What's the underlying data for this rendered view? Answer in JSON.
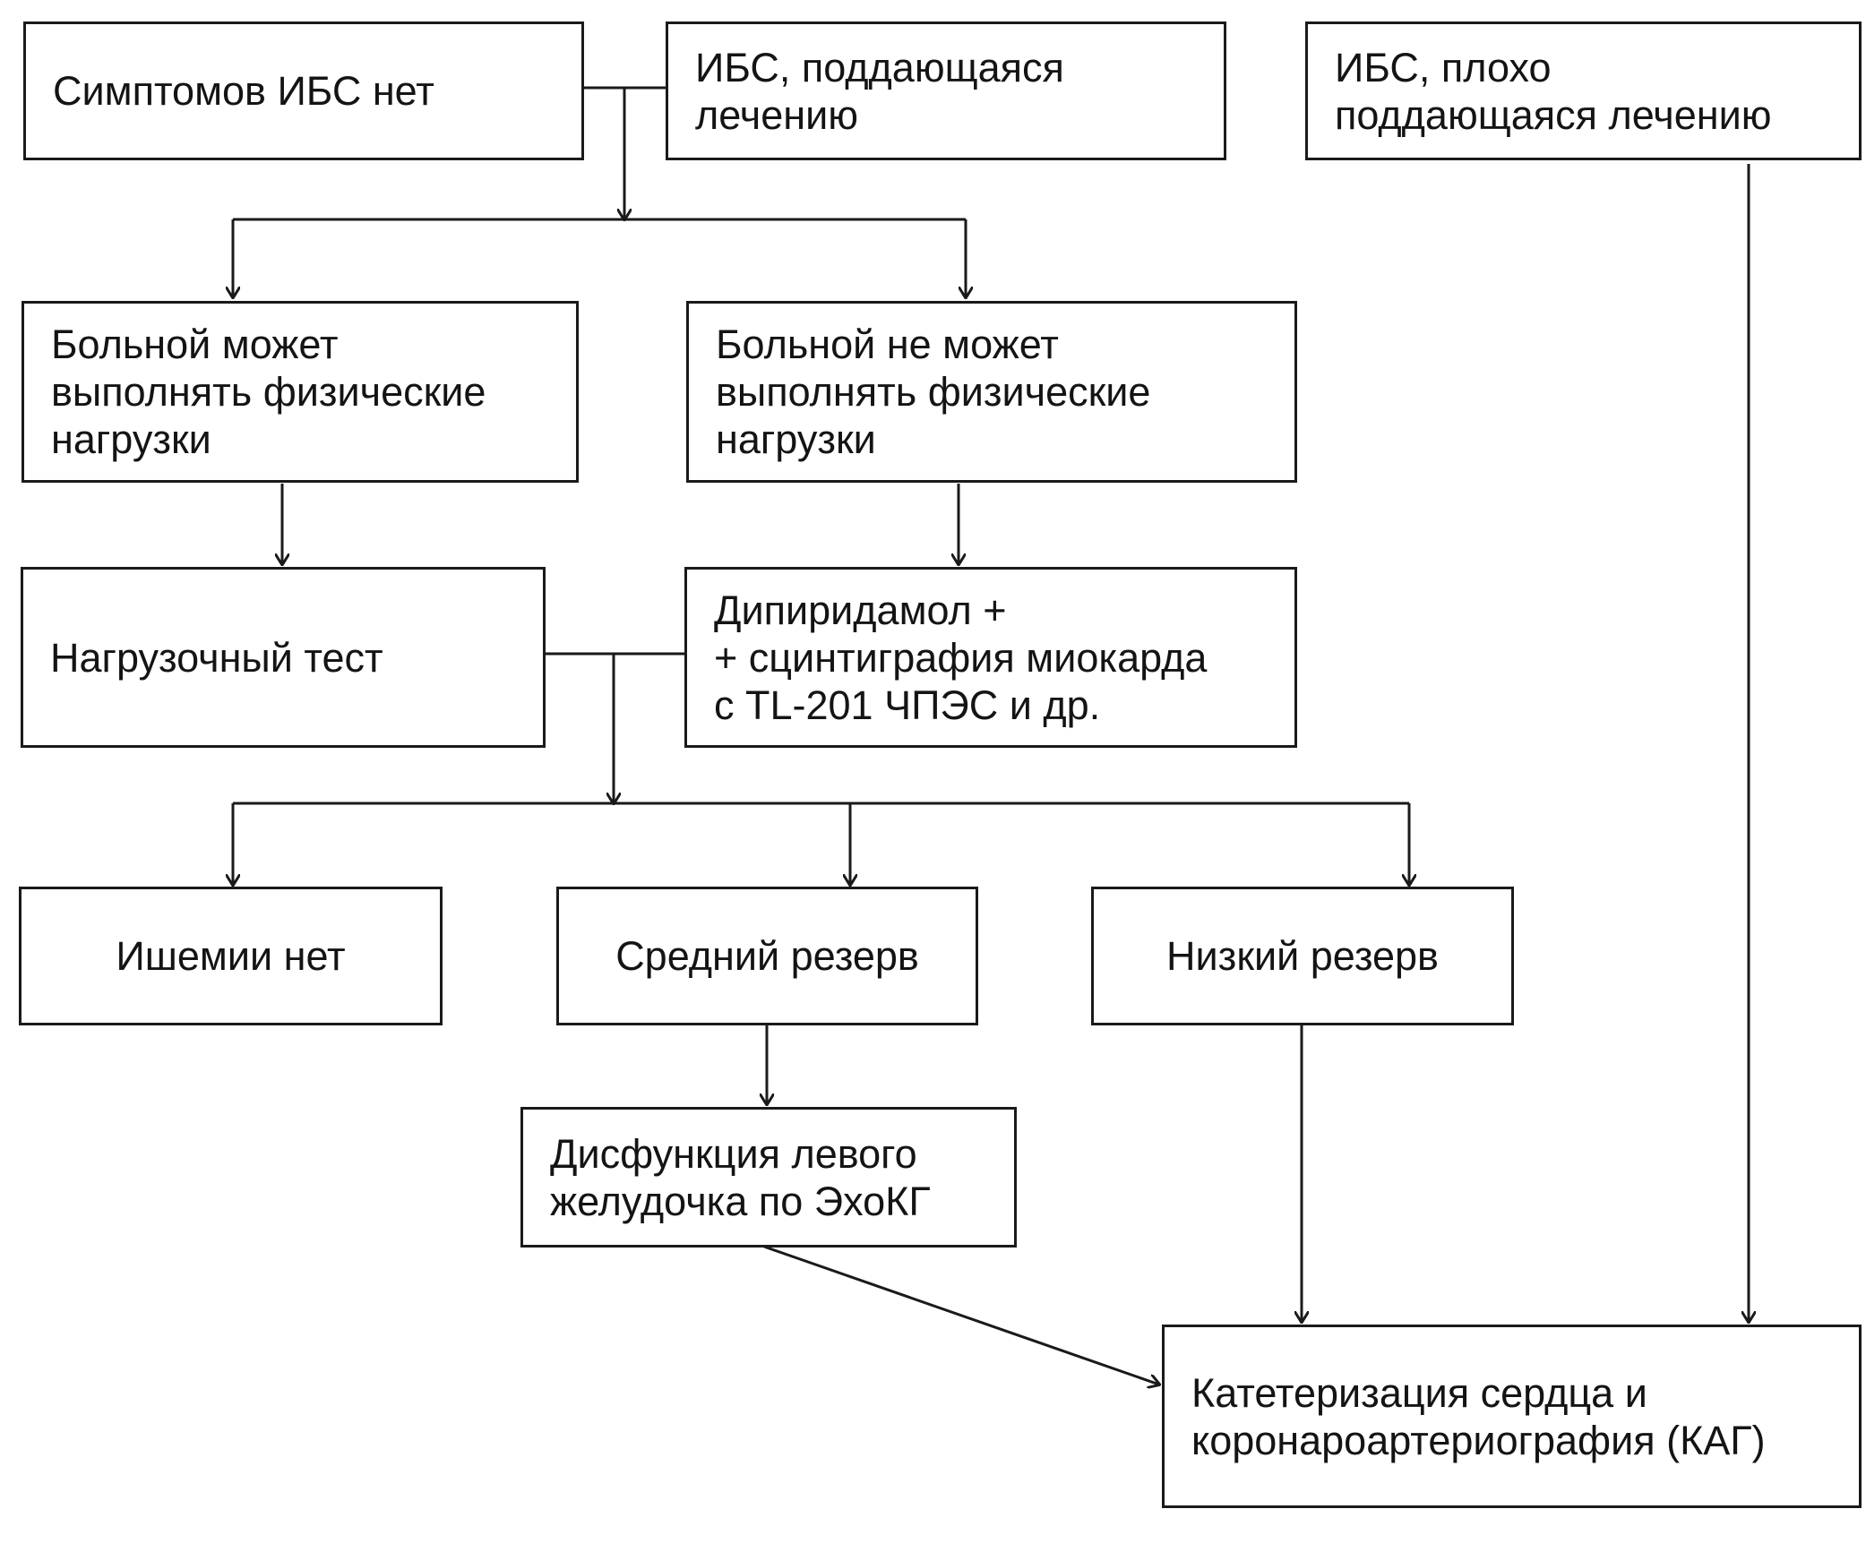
{
  "diagram": {
    "nodes": {
      "no_symptoms": "Симптомов ИБС нет",
      "ibs_treatable": "ИБС, поддающаяся\nлечению",
      "ibs_poorly_treatable": "ИБС, плохо\nподдающаяся лечению",
      "can_exercise": "Больной может\nвыполнять физические\nнагрузки",
      "cannot_exercise": "Больной не может\nвыполнять физические\nнагрузки",
      "stress_test": "Нагрузочный тест",
      "dipyridamole": "Дипиридамол +\n+ сцинтиграфия миокарда\nс TL-201 ЧПЭС и др.",
      "no_ischemia": "Ишемии нет",
      "medium_reserve": "Средний резерв",
      "low_reserve": "Низкий резерв",
      "lv_dysfunction": "Дисфункция левого\nжелудочка по ЭхоКГ",
      "catheterization": "Катетеризация сердца и\nкоронароартериография (КАГ)"
    }
  }
}
